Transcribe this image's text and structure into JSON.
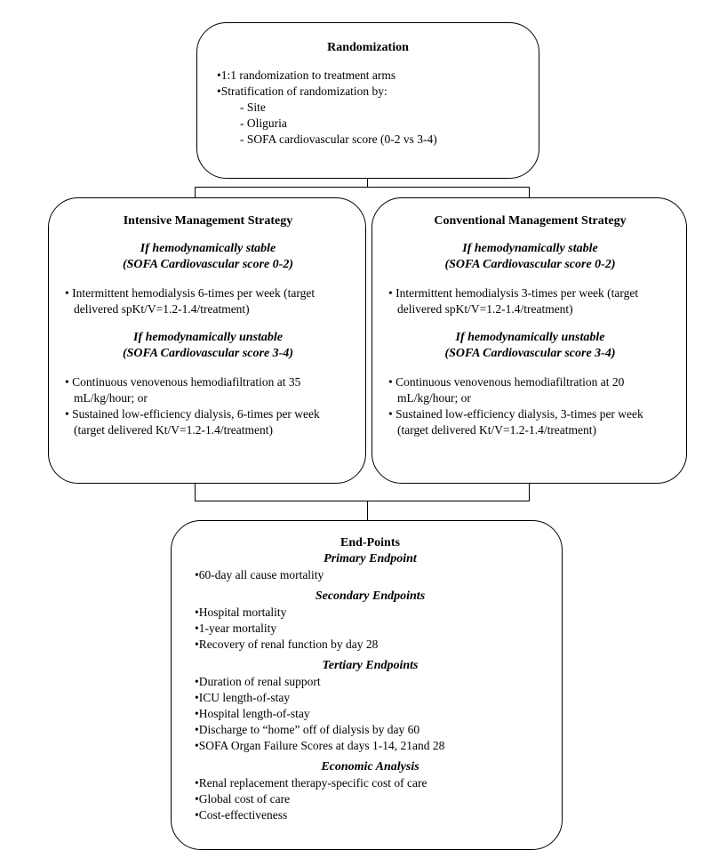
{
  "randomization": {
    "title": "Randomization",
    "bullets": [
      "1:1 randomization to treatment arms",
      "Stratification of randomization by:"
    ],
    "strata": [
      "Site",
      "Oliguria",
      "SOFA cardiovascular score (0-2 vs 3-4)"
    ]
  },
  "intensive": {
    "title": "Intensive Management Strategy",
    "stable_heading": "If hemodynamically stable",
    "stable_score": "(SOFA Cardiovascular score 0-2)",
    "stable_bullets": [
      "Intermittent hemodialysis 6-times per week (target delivered spKt/V=1.2-1.4/treatment)"
    ],
    "unstable_heading": "If hemodynamically unstable",
    "unstable_score": "(SOFA Cardiovascular score 3-4)",
    "unstable_bullets": [
      "Continuous venovenous hemodiafiltration at 35 mL/kg/hour; or",
      "Sustained low-efficiency dialysis, 6-times per week (target delivered Kt/V=1.2-1.4/treatment)"
    ]
  },
  "conventional": {
    "title": "Conventional Management Strategy",
    "stable_heading": "If hemodynamically stable",
    "stable_score": "(SOFA Cardiovascular score 0-2)",
    "stable_bullets": [
      "Intermittent hemodialysis 3-times per week (target delivered spKt/V=1.2-1.4/treatment)"
    ],
    "unstable_heading": "If hemodynamically unstable",
    "unstable_score": "(SOFA Cardiovascular score 3-4)",
    "unstable_bullets": [
      "Continuous venovenous hemodiafiltration at 20 mL/kg/hour; or",
      "Sustained low-efficiency dialysis, 3-times per week (target delivered Kt/V=1.2-1.4/treatment)"
    ]
  },
  "endpoints": {
    "title": "End-Points",
    "primary_heading": "Primary Endpoint",
    "primary": [
      "60-day all cause mortality"
    ],
    "secondary_heading": "Secondary Endpoints",
    "secondary": [
      "Hospital mortality",
      "1-year mortality",
      "Recovery of renal function by day 28"
    ],
    "tertiary_heading": "Tertiary Endpoints",
    "tertiary": [
      "Duration of renal support",
      "ICU length-of-stay",
      "Hospital length-of-stay",
      "Discharge to “home” off of dialysis by day 60",
      "SOFA Organ Failure Scores at days 1-14, 21and 28"
    ],
    "economic_heading": "Economic Analysis",
    "economic": [
      "Renal replacement therapy-specific cost of care",
      "Global cost of care",
      "Cost-effectiveness"
    ]
  }
}
